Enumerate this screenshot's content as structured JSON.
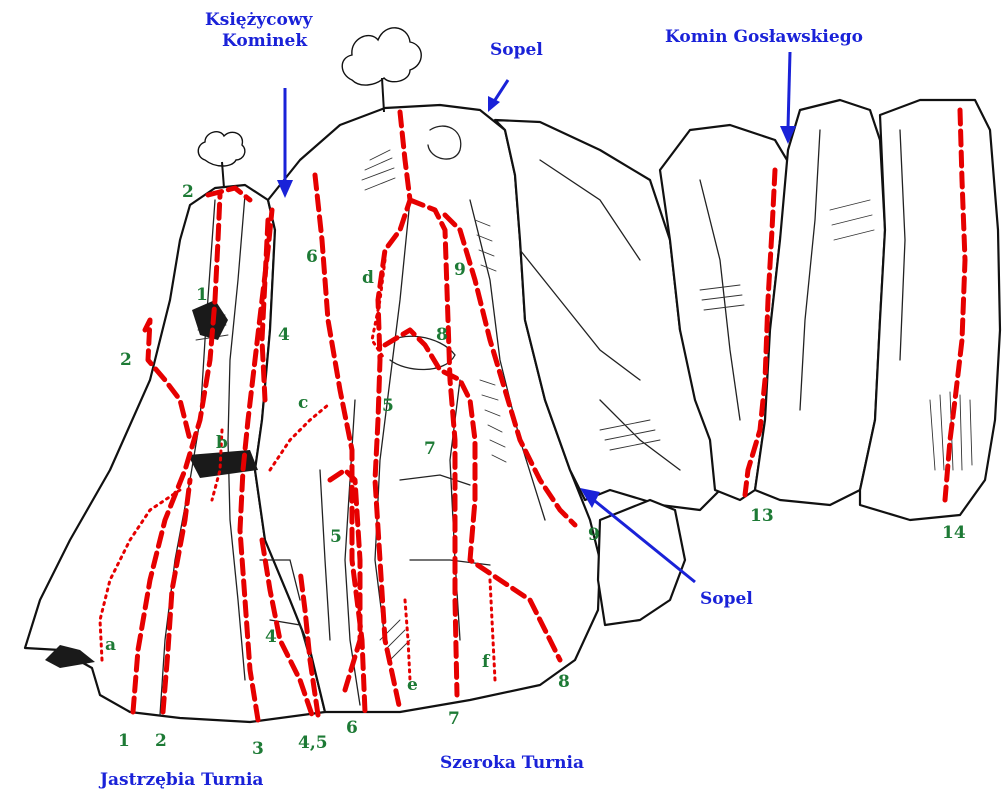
{
  "colors": {
    "route": "#e60000",
    "labels_route": "#1d7a35",
    "labels_place": "#1a22d8",
    "outline": "#111111"
  },
  "place_labels": {
    "ksiezycowy_line1": "Księżycowy",
    "ksiezycowy_line2": "Kominek",
    "sopel_top": "Sopel",
    "komin": "Komin Gosławskiego",
    "sopel_right": "Sopel",
    "szeroka": "Szeroka Turnia",
    "jastrzebia": "Jastrzębia Turnia"
  },
  "route_labels": {
    "r2_top": "2",
    "r1_upper": "1",
    "r2_left": "2",
    "r6_upper": "6",
    "r4_upper": "4",
    "rd": "d",
    "r9_upper": "9",
    "r8_upper": "8",
    "rc": "c",
    "r5_upper": "5",
    "rb": "b",
    "r7_mid": "7",
    "r5_mid": "5",
    "r9_right": "9",
    "r13": "13",
    "r14": "14",
    "r4_lower": "4",
    "ra": "a",
    "rf": "f",
    "re": "e",
    "r8_bottom": "8",
    "r1_bottom": "1",
    "r2_bottom": "2",
    "r3_bottom": "3",
    "r45_bottom": "4,5",
    "r6_bottom": "6",
    "r7_bottom": "7"
  },
  "icons": [
    "tree-icon",
    "arrow-down-icon",
    "arrow-diagonal-icon"
  ]
}
